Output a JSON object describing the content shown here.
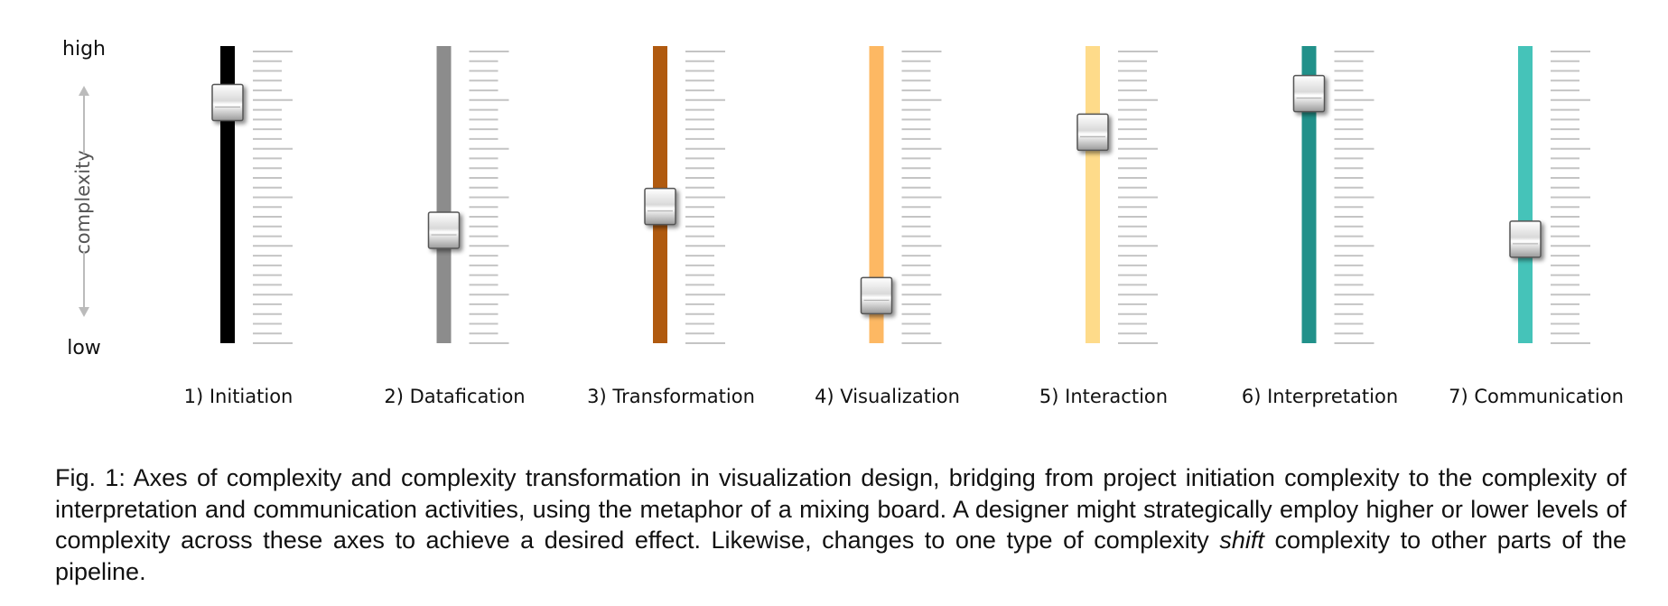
{
  "axis": {
    "high_label": "high",
    "low_label": "low",
    "title": "complexity"
  },
  "channels": [
    {
      "label": "1) Initiation",
      "color": "#000000",
      "level": 0.81
    },
    {
      "label": "2) Datafication",
      "color": "#8c8c8c",
      "level": 0.38
    },
    {
      "label": "3) Transformation",
      "color": "#b05a0f",
      "level": 0.46
    },
    {
      "label": "4) Visualization",
      "color": "#fdb863",
      "level": 0.16
    },
    {
      "label": "5) Interaction",
      "color": "#fedb8a",
      "level": 0.71
    },
    {
      "label": "6) Interpretation",
      "color": "#21918a",
      "level": 0.84
    },
    {
      "label": "7) Communication",
      "color": "#45c3b9",
      "level": 0.35
    }
  ],
  "caption": {
    "part1": "Fig. 1: Axes of complexity and complexity transformation in visualization design, bridging from project initiation complexity to the complexity of interpretation and communication activities, using the metaphor of a mixing board. A designer might strategically employ higher or lower levels of complexity across these axes to achieve a desired effect. Likewise, changes to one type of complexity ",
    "emphasis": "shift",
    "part2": " complexity to other parts of the pipeline."
  }
}
